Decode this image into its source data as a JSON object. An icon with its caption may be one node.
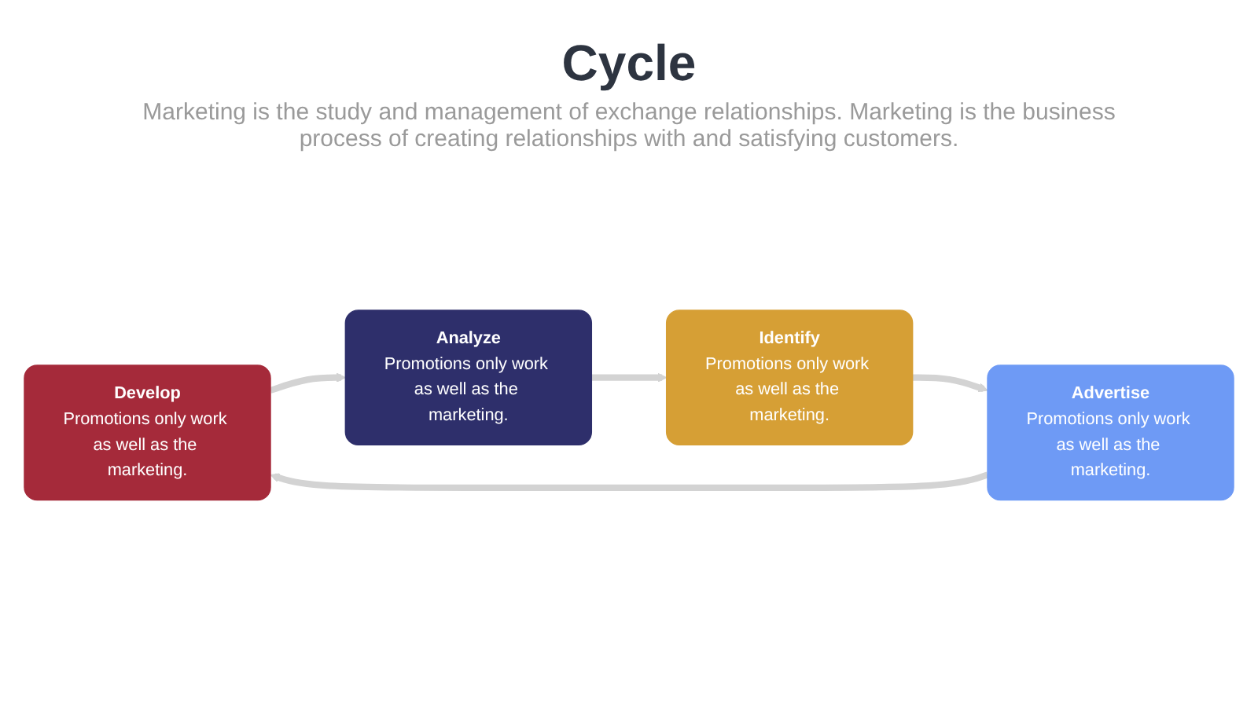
{
  "diagram": {
    "title": "Cycle",
    "nodes": [
      {
        "text": [
          "Develop",
          "Promotions only work as well as the marketing."
        ]
      },
      {
        "text": [
          "Analyze",
          "Promotions only work as well as the marketing."
        ]
      },
      {
        "text": [
          "Identify",
          "Promotions only work as well as the marketing."
        ]
      },
      {
        "text": [
          "Advertise",
          "Promotions only work as well as the marketing."
        ]
      }
    ],
    "edges": [
      {
        "from": 0,
        "to": 1,
        "arrow": "to"
      },
      {
        "from": 1,
        "to": 2,
        "arrow": "to"
      },
      {
        "from": 2,
        "to": 3,
        "arrow": "to"
      },
      {
        "from": 3,
        "to": 0,
        "arrow": "to"
      }
    ],
    "labels": [
      "Marketing is the study and management of exchange relationships. Marketing is the business process of creating relationships with and satisfying customers."
    ]
  }
}
